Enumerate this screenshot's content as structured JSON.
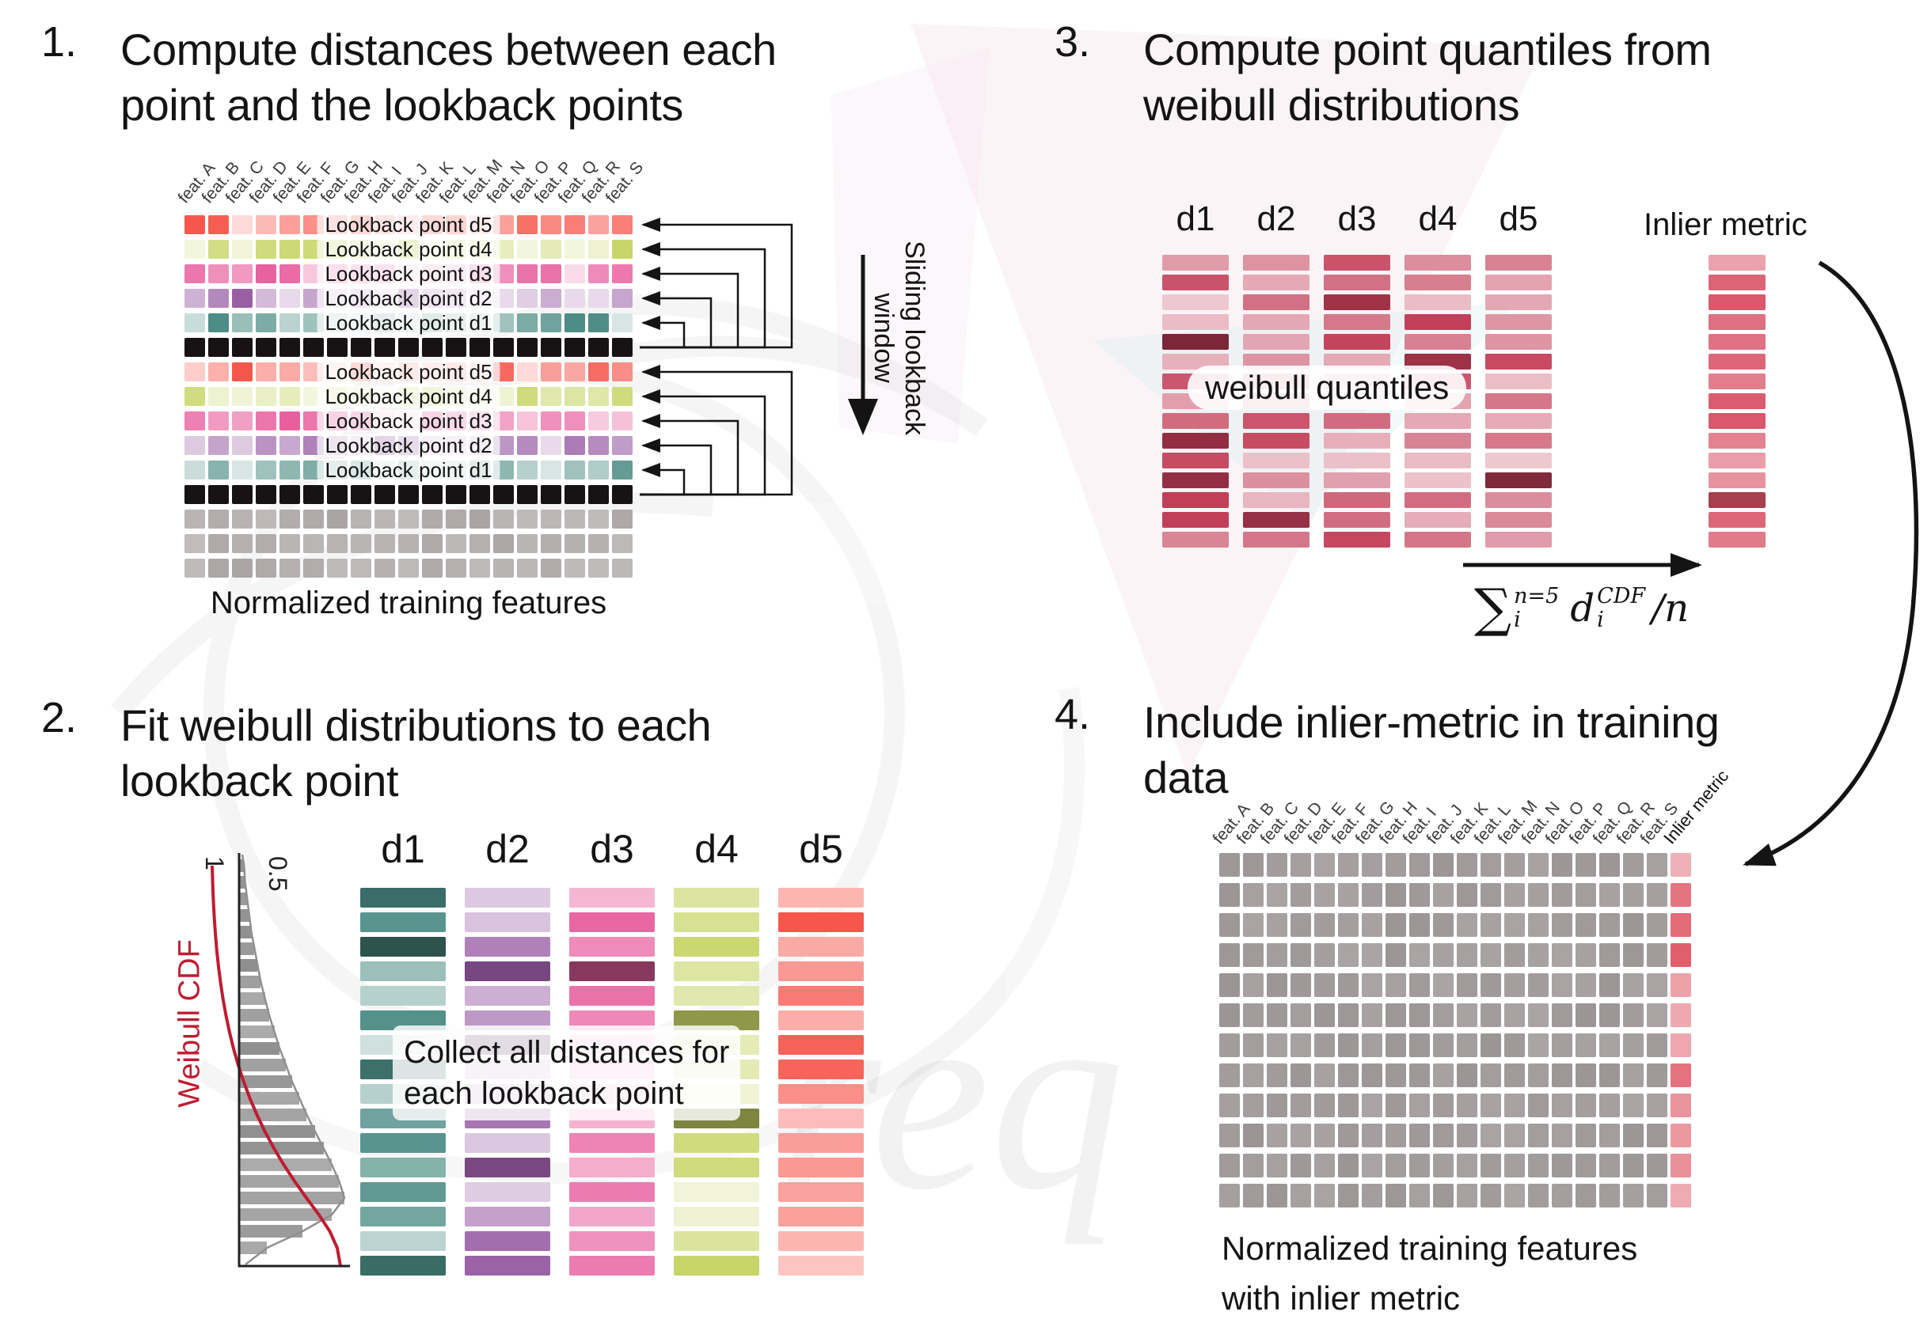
{
  "colors": {
    "lookback": {
      "d1": "#4b8c84",
      "d2": "#9559a2",
      "d3": "#e85f9e",
      "d4": "#c6d464",
      "d5": "#f6554b"
    },
    "black_row": "#171314",
    "gray_row": "#a9a2a2",
    "quantile_red": "#c33e58",
    "inlier_red": "#d85266",
    "grid_gray": "#9c9595",
    "inlier_col_red": "#df5a68",
    "cdf_red": "#bf1c31",
    "hist_gray": "#8f8f8f"
  },
  "features": [
    "feat. A",
    "feat. B",
    "feat. C",
    "feat. D",
    "feat. E",
    "feat. F",
    "feat. G",
    "feat. H",
    "feat. I",
    "feat. J",
    "feat. K",
    "feat. L",
    "feat. M",
    "feat. N",
    "feat. O",
    "feat. P",
    "feat. Q",
    "feat. R",
    "feat. S"
  ],
  "watermark_text": "req",
  "step1": {
    "number": "1.",
    "title": [
      "Compute distances between each",
      "point and the lookback points"
    ],
    "row_order": [
      "d5",
      "d4",
      "d3",
      "d2",
      "d1"
    ],
    "row_labels": {
      "d1": "Lookback point d1",
      "d2": "Lookback point d2",
      "d3": "Lookback point d3",
      "d4": "Lookback point d4",
      "d5": "Lookback point d5"
    },
    "sliding_label": "Sliding lookback\nwindow",
    "caption": "Normalized training features"
  },
  "step2": {
    "number": "2.",
    "title": [
      "Fit weibull distributions to each",
      "lookback point"
    ],
    "plot": {
      "ylabel": "Weibull CDF",
      "tick_top": "1",
      "tick_mid": "0.5",
      "hist": [
        0.04,
        0.05,
        0.07,
        0.09,
        0.11,
        0.14,
        0.17,
        0.2,
        0.24,
        0.28,
        0.33,
        0.38,
        0.44,
        0.5,
        0.57,
        0.64,
        0.72,
        0.8,
        0.88,
        0.95,
        1.0,
        0.88,
        0.6,
        0.26
      ]
    },
    "columns": [
      "d1",
      "d2",
      "d3",
      "d4",
      "d5"
    ],
    "overlay": [
      "Collect all distances for",
      "each lookback point"
    ]
  },
  "step3": {
    "number": "3.",
    "title": [
      "Compute point quantiles from",
      "weibull distributions"
    ],
    "columns": [
      "d1",
      "d2",
      "d3",
      "d4",
      "d5"
    ],
    "overlay": "weibull quantiles",
    "inlier_label": "Inlier metric",
    "formula": {
      "sigma": "∑",
      "sup": "n=5",
      "sub": "i",
      "d": "d",
      "d_sup": "CDF",
      "d_sub": "i",
      "divisor": "/n"
    }
  },
  "step4": {
    "number": "4.",
    "title": [
      "Include inlier-metric in training",
      "data"
    ],
    "inlier_col_label": "Inlier metric",
    "caption": [
      "Normalized training features",
      "with inlier metric"
    ]
  }
}
